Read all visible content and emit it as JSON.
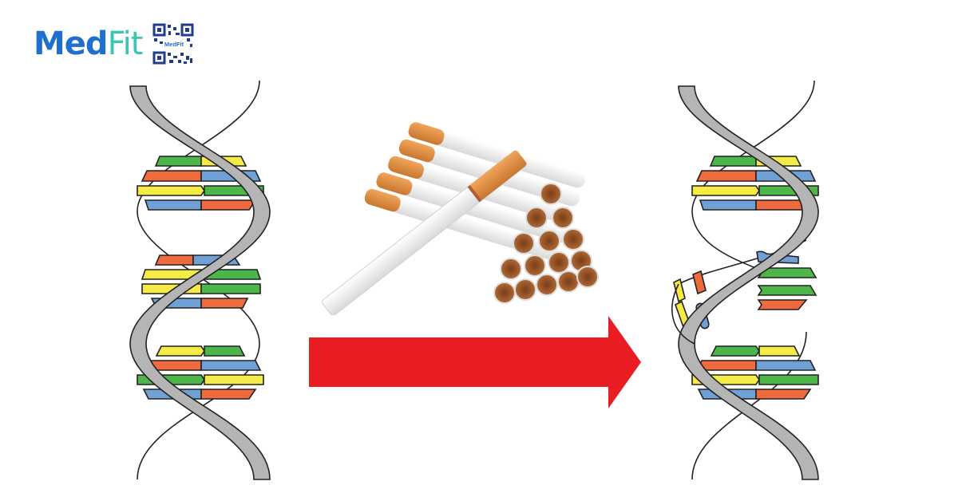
{
  "brand": {
    "logo_part1": "Med",
    "logo_part2": "Fit",
    "qr_label": "MedFit",
    "colors": {
      "med": "#1f6fd0",
      "fit": "#39c6b4",
      "leaf": "#e0457b"
    }
  },
  "illustration": {
    "left_dna": {
      "label": "healthy-dna",
      "state": "intact"
    },
    "cigarettes": {
      "label": "cigarettes-pile",
      "count_visible": 16
    },
    "arrow": {
      "color": "#ea1c24",
      "direction": "right"
    },
    "right_dna": {
      "label": "damaged-dna",
      "state": "broken base pairs"
    },
    "base_colors": {
      "green": "#4cb748",
      "yellow": "#f5eb46",
      "red": "#ef6a3c",
      "blue": "#6fa0d6",
      "backbone": "#b5b5b5"
    }
  }
}
